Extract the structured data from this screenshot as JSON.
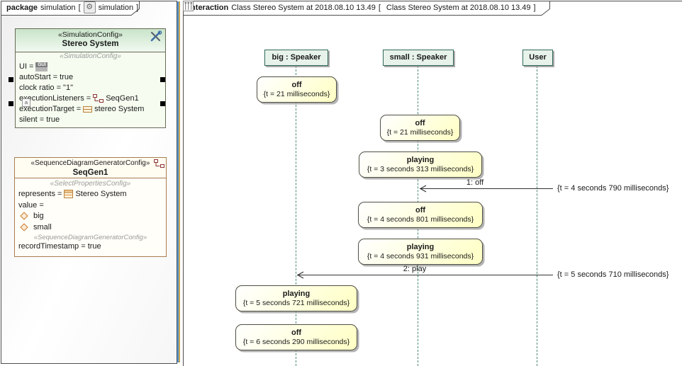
{
  "left_panel": {
    "tab": {
      "keyword": "package",
      "title": "simulation",
      "bracket_open": "[",
      "diagram_name": "simulation",
      "bracket_close": "]"
    },
    "simulation_config": {
      "stereotype": "«SimulationConfig»",
      "name": "Stereo System",
      "body_stereotype": "«SimulationConfig»",
      "ui_label": "UI =",
      "gui_icon_label": "GUI",
      "autostart": "autoStart = true",
      "clock_ratio": "clock ratio = \"1\"",
      "listeners_label": "executionListeners =",
      "listeners_value": "SeqGen1",
      "target_label": "executionTarget =",
      "target_value": "stereo System",
      "silent": "silent = true",
      "badge_label": "a"
    },
    "seqgen_config": {
      "stereotype": "«SequenceDiagramGeneratorConfig»",
      "name": "SeqGen1",
      "select_stereotype": "«SelectPropertiesConfig»",
      "represents_label": "represents =",
      "represents_value": "Stereo System",
      "value_label": "value =",
      "values": [
        {
          "label": "big"
        },
        {
          "label": "small"
        }
      ],
      "generator_stereotype": "«SequenceDiagramGeneratorConfig»",
      "record_timestamp": "recordTimestamp = true"
    }
  },
  "right_panel": {
    "tab": {
      "keyword": "interaction",
      "title": "Class Stereo System at 2018.08.10 13.49",
      "bracket_open": "[",
      "diagram_name": "Class Stereo System at 2018.08.10 13.49",
      "bracket_close": "]"
    },
    "lifelines": [
      {
        "label": "big : Speaker"
      },
      {
        "label": "small : Speaker"
      },
      {
        "label": "User"
      }
    ],
    "states": [
      {
        "lifeline": "big",
        "name": "off",
        "constraint": "{t = 21 milliseconds}"
      },
      {
        "lifeline": "small",
        "name": "off",
        "constraint": "{t = 21 milliseconds}"
      },
      {
        "lifeline": "small",
        "name": "playing",
        "constraint": "{t = 3 seconds 313 milliseconds}"
      },
      {
        "lifeline": "small",
        "name": "off",
        "constraint": "{t = 4 seconds 801 milliseconds}"
      },
      {
        "lifeline": "small",
        "name": "playing",
        "constraint": "{t = 4 seconds 931 milliseconds}"
      },
      {
        "lifeline": "big",
        "name": "playing",
        "constraint": "{t = 5 seconds 721 milliseconds}"
      },
      {
        "lifeline": "big",
        "name": "off",
        "constraint": "{t = 6 seconds 290 milliseconds}"
      }
    ],
    "messages": [
      {
        "label": "1: off",
        "timestamp": "{t = 4 seconds 790 milliseconds}"
      },
      {
        "label": "2: play",
        "timestamp": "{t = 5 seconds 710 milliseconds}"
      }
    ]
  },
  "colors": {
    "frame_border": "#4e4e4e",
    "selection_blue": "#4f94d8",
    "selection_tan": "#c9a44e",
    "config_header_green": "#c9e4c9",
    "config_border": "#666b55",
    "seqgen_border": "#a87c4f",
    "lifeline_fill": "#e7f2ea",
    "lifeline_border": "#30695a",
    "lifeline_dash": "#4d8876",
    "state_fill": "#ffffc4",
    "state_border": "#4f4f45"
  }
}
